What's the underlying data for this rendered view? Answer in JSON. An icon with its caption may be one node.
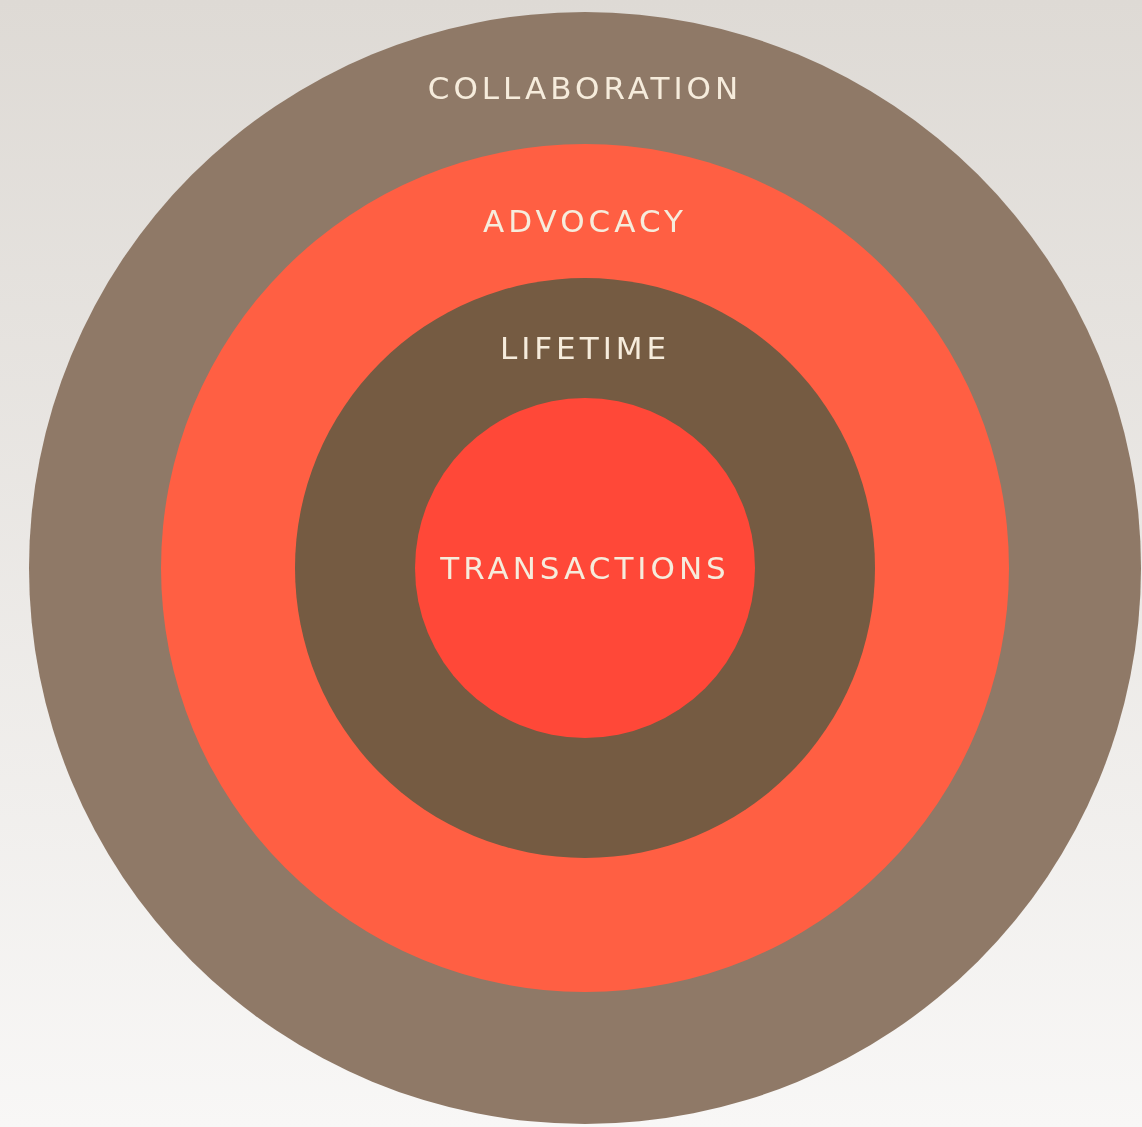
{
  "diagram": {
    "nodes": [
      {
        "text": [
          "COLLABORATION"
        ]
      },
      {
        "text": [
          "ADVOCACY"
        ],
        "in": 0
      },
      {
        "text": [
          "LIFETIME"
        ],
        "in": 1
      },
      {
        "text": [
          "TRANSACTIONS"
        ],
        "in": 2
      }
    ]
  }
}
